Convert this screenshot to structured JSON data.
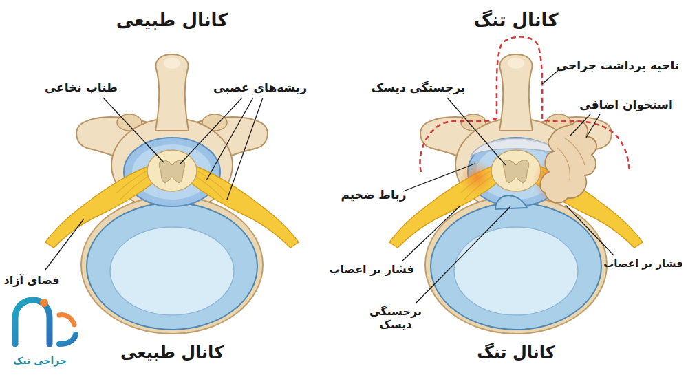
{
  "diagram": {
    "labels": [
      "کانال طبیعی",
      "طناب نخاعی",
      "ریشه‌های عصبی",
      "فضای آزاد",
      "کانال طبیعی",
      "کانال تنگ",
      "ناحیه برداشت جراحی",
      "برجستگی دیسک",
      "استخوان اضافی",
      "رباط ضخیم",
      "فشار بر اعصاب",
      "فشار بر اعصاب",
      "برجستگی دیسک",
      "کانال تنگ",
      "جراحی نیک"
    ]
  }
}
